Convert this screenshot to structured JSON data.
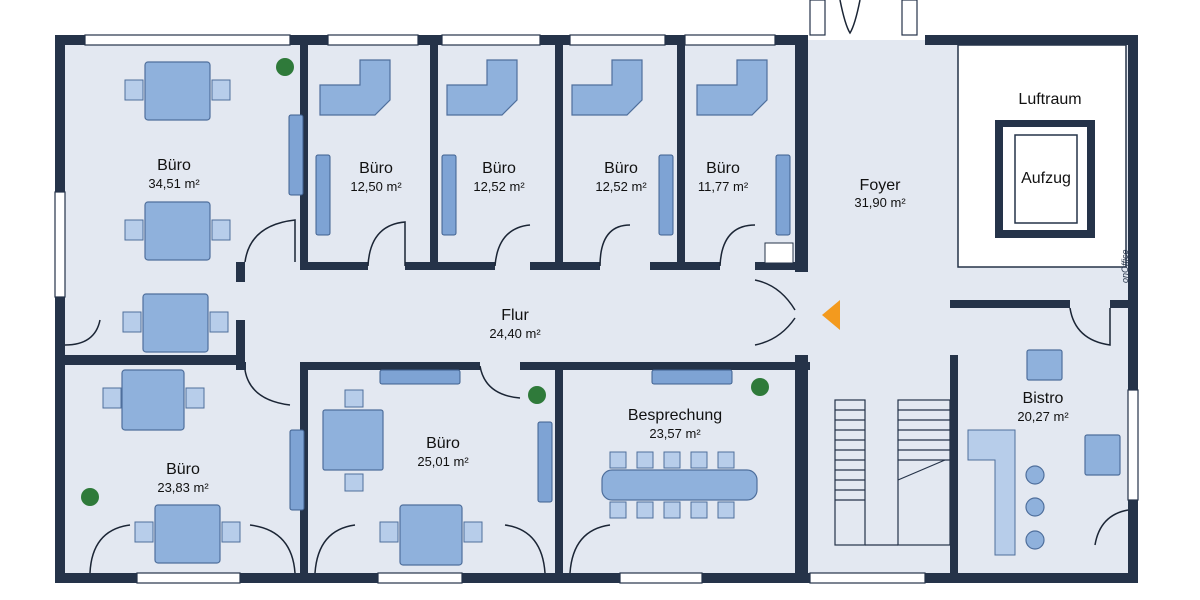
{
  "rooms": [
    {
      "name": "Büro",
      "area": "34,51 m²"
    },
    {
      "name": "Büro",
      "area": "12,50 m²"
    },
    {
      "name": "Büro",
      "area": "12,52 m²"
    },
    {
      "name": "Büro",
      "area": "12,52 m²"
    },
    {
      "name": "Büro",
      "area": "11,77 m²"
    },
    {
      "name": "Foyer",
      "area": "31,90 m²"
    },
    {
      "name": "Luftraum"
    },
    {
      "name": "Aufzug"
    },
    {
      "name": "Flur",
      "area": "24,40 m²"
    },
    {
      "name": "Büro",
      "area": "23,83 m²"
    },
    {
      "name": "Büro",
      "area": "25,01 m²"
    },
    {
      "name": "Besprechung",
      "area": "23,57 m²"
    },
    {
      "name": "Bistro",
      "area": "20,27 m²"
    }
  ],
  "logo": "onOffice",
  "colors": {
    "wall": "#253349",
    "floor": "#e3e8f1",
    "furniture": "#8fb1dc",
    "entrance_arrow": "#f39a1e"
  }
}
